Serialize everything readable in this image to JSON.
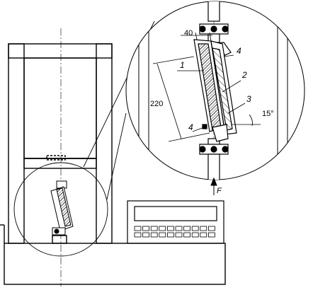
{
  "labels": {
    "dim_width": "40",
    "dim_length": "220",
    "angle": "15°",
    "force": "F",
    "part_1": "1",
    "part_2": "2",
    "part_3": "3",
    "part_4_top": "4",
    "part_4_bottom": "4"
  },
  "colors": {
    "stroke": "#000000",
    "background": "#ffffff"
  }
}
